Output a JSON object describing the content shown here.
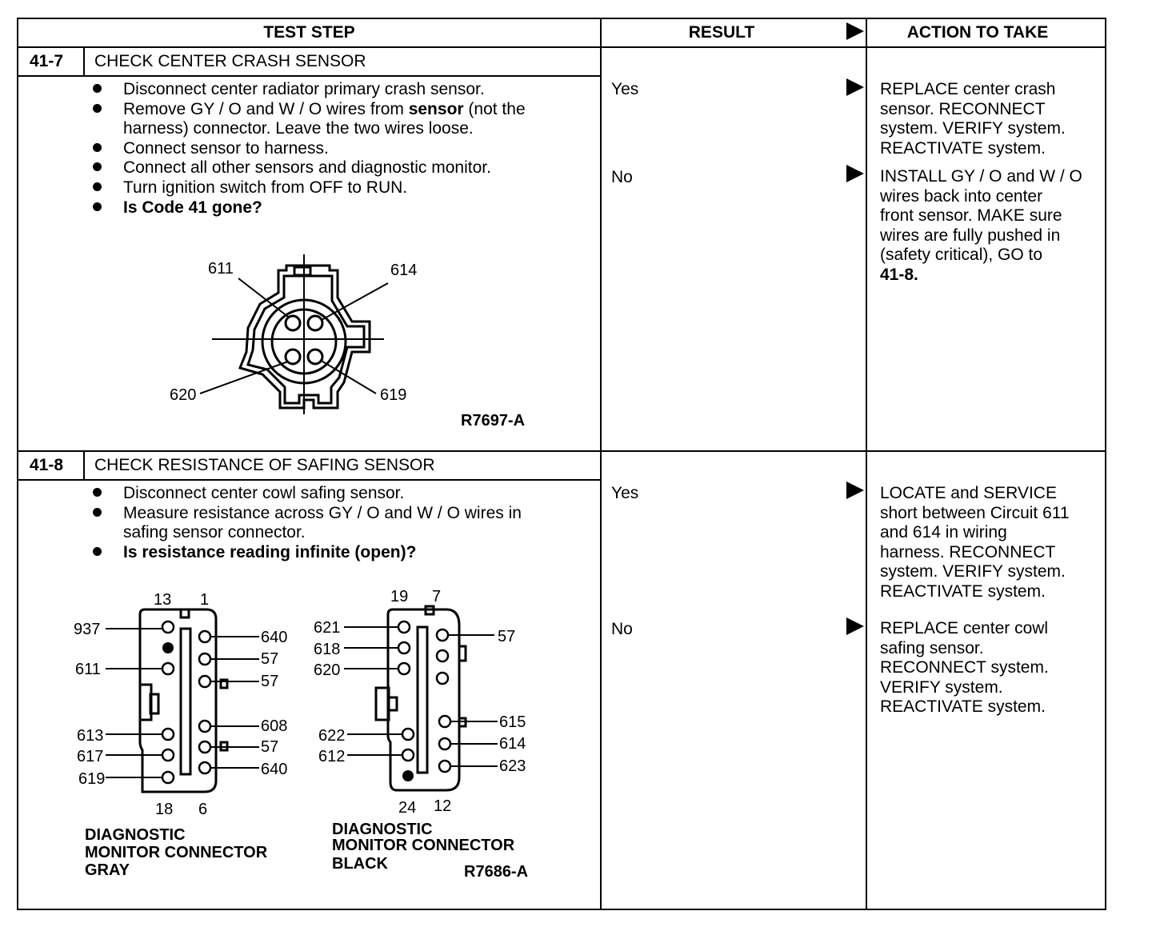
{
  "header": {
    "test_step": "TEST STEP",
    "result": "RESULT",
    "action": "ACTION TO TAKE"
  },
  "steps": [
    {
      "number": "41-7",
      "title": "CHECK CENTER CRASH SENSOR",
      "bullets": [
        "Disconnect center radiator primary crash sensor.",
        "Remove GY / O and W / O wires from ",
        "Connect sensor to harness.",
        "Connect all other sensors and diagnostic monitor.",
        "Turn ignition switch from OFF to RUN."
      ],
      "bullet2_bold": "sensor",
      "bullet2_tail": " (not the\nharness) connector. Leave the two wires loose.",
      "question": "Is Code 41 gone?",
      "figure": {
        "pins": [
          "611",
          "614",
          "620",
          "619"
        ],
        "ref": "R7697-A"
      },
      "results": [
        {
          "label": "Yes",
          "action": "REPLACE center crash\nsensor. RECONNECT\nsystem. VERIFY system.\nREACTIVATE system."
        },
        {
          "label": "No",
          "action": "INSTALL GY / O and W / O\nwires back into center\nfront sensor. MAKE sure\nwires are fully pushed in\n(safety critical), GO to",
          "goto": "41-8."
        }
      ]
    },
    {
      "number": "41-8",
      "title": "CHECK RESISTANCE OF SAFING SENSOR",
      "bullets": [
        "Disconnect center cowl safing sensor.",
        "Measure resistance across GY / O and W / O wires in\nsafing sensor connector."
      ],
      "question": "Is resistance reading infinite (open)?",
      "figure": {
        "gray": {
          "top": [
            "13",
            "1"
          ],
          "bottom": [
            "18",
            "6"
          ],
          "left": [
            "937",
            "611",
            "613",
            "617",
            "619"
          ],
          "right": [
            "640",
            "57",
            "57",
            "608",
            "57",
            "640"
          ],
          "caption": [
            "DIAGNOSTIC",
            "MONITOR CONNECTOR",
            "GRAY"
          ]
        },
        "black": {
          "top": [
            "19",
            "7"
          ],
          "bottom": [
            "24",
            "12"
          ],
          "left": [
            "621",
            "618",
            "620",
            "622",
            "612"
          ],
          "right": [
            "57",
            "615",
            "614",
            "623"
          ],
          "caption": [
            "DIAGNOSTIC",
            "MONITOR CONNECTOR",
            "BLACK"
          ]
        },
        "ref": "R7686-A"
      },
      "results": [
        {
          "label": "Yes",
          "action": "LOCATE and SERVICE\nshort between Circuit 611\nand 614 in wiring\nharness. RECONNECT\nsystem. VERIFY system.\nREACTIVATE system."
        },
        {
          "label": "No",
          "action": "REPLACE center cowl\nsafing sensor.\nRECONNECT system.\nVERIFY system.\nREACTIVATE system."
        }
      ]
    }
  ]
}
